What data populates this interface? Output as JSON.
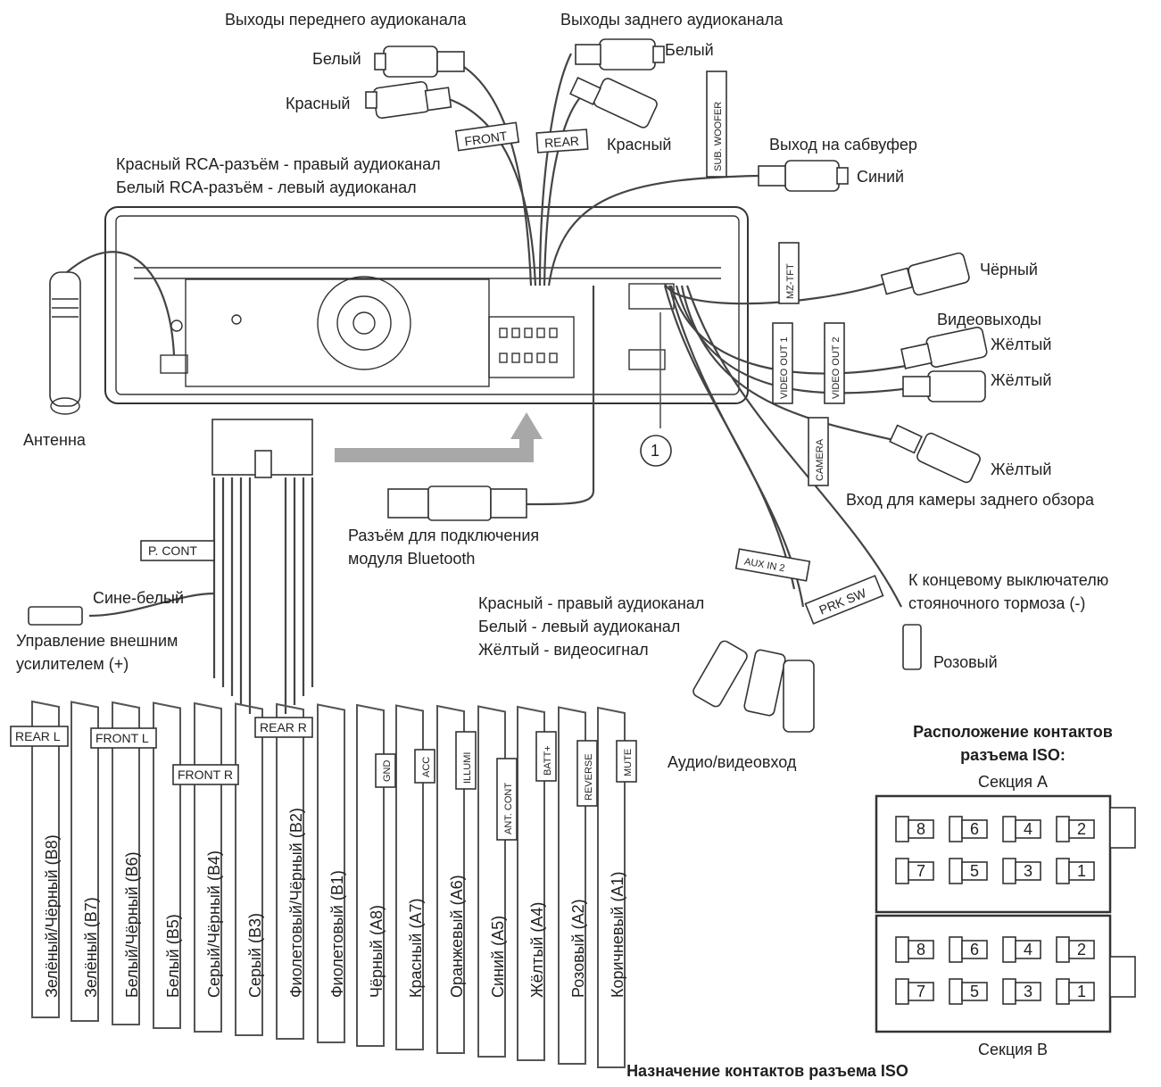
{
  "top": {
    "front_outputs": "Выходы переднего аудиоканала",
    "rear_outputs": "Выходы заднего аудиоканала",
    "white_left": "Белый",
    "red_left": "Красный",
    "white_right": "Белый",
    "red_right": "Красный",
    "front_tag": "FRONT",
    "rear_tag": "REAR",
    "sub_tag": "SUB. WOOFER",
    "sub_out": "Выход на сабвуфер",
    "blue": "Синий",
    "rca_red": "Красный RCA-разъём - правый аудиоканал",
    "rca_white": "Белый RCA-разъём - левый аудиоканал"
  },
  "right": {
    "mz_tag": "MZ-TFT",
    "black": "Чёрный",
    "video_outs": "Видеовыходы",
    "vout1_tag": "VIDEO OUT 1",
    "vout2_tag": "VIDEO OUT 2",
    "yellow1": "Жёлтый",
    "yellow2": "Жёлтый",
    "camera_tag": "CAMERA",
    "yellow3": "Жёлтый",
    "camera_in": "Вход для камеры заднего обзора",
    "callout": "1"
  },
  "middle": {
    "antenna": "Антенна",
    "bt_line1": "Разъём для подключения",
    "bt_line2": "модуля Bluetooth",
    "pcont_tag": "P. CONT",
    "blue_white": "Сине-белый",
    "amp_line1": "Управление внешним",
    "amp_line2": "усилителем (+)",
    "aux_tag": "AUX IN 2",
    "prk_tag": "PRK SW",
    "brake_line1": "К концевому выключателю",
    "brake_line2": "стояночного тормоза (-)",
    "pink": "Розовый",
    "av_red": "Красный - правый аудиоканал",
    "av_white": "Белый  - левый аудиоканал",
    "av_yellow": "Жёлтый - видеосигнал",
    "av_in": "Аудио/видеовход"
  },
  "wires": [
    {
      "tag": "REAR L",
      "label": "Зелёный/Чёрный (В8)"
    },
    {
      "tag": "",
      "label": "Зелёный (В7)"
    },
    {
      "tag": "FRONT L",
      "label": "Белый/Чёрный (В6)"
    },
    {
      "tag": "",
      "label": "Белый (В5)"
    },
    {
      "tag": "FRONT R",
      "label": "Серый/Чёрный (В4)"
    },
    {
      "tag": "",
      "label": "Серый (В3)"
    },
    {
      "tag": "REAR R",
      "label": "Фиолетовый/Чёрный (В2)"
    },
    {
      "tag": "",
      "label": "Фиолетовый (В1)"
    },
    {
      "tag": "GND",
      "label": "Чёрный (А8)"
    },
    {
      "tag": "ACC",
      "label": "Красный (А7)"
    },
    {
      "tag": "ILLUMI",
      "label": "Оранжевый (А6)"
    },
    {
      "tag": "ANT. CONT",
      "label": "Синий (А5)"
    },
    {
      "tag": "BATT+",
      "label": "Жёлтый (А4)"
    },
    {
      "tag": "REVERSE",
      "label": "Розовый (А2)"
    },
    {
      "tag": "MUTE",
      "label": "Коричневый (А1)"
    }
  ],
  "iso": {
    "title1": "Расположение контактов",
    "title2": "разъема ISO:",
    "section_a": "Секция A",
    "section_b": "Секция B",
    "pins_top": [
      "8",
      "6",
      "4",
      "2"
    ],
    "pins_bottom": [
      "7",
      "5",
      "3",
      "1"
    ],
    "caption": "Назначение контактов разъема ISO"
  }
}
